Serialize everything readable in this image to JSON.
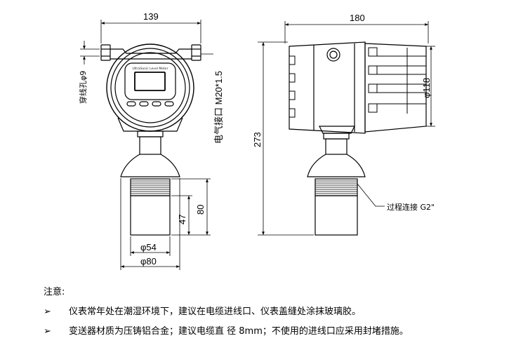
{
  "dimensions": {
    "front_width": "139",
    "side_width": "180",
    "cable_hole": "穿线孔φ9",
    "electrical_interface": "电气接口 M20*1.5",
    "total_height": "273",
    "housing_diameter": "φ118",
    "sensor_height_a": "80",
    "sensor_height_b": "47",
    "sensor_diameter_inner": "φ54",
    "sensor_diameter_outer": "φ80",
    "process_connection": "过程连接 G2\""
  },
  "panel": {
    "brand_text": "UltraSonic Level Meter"
  },
  "notes": {
    "title": "注意:",
    "items": [
      {
        "bullet": "➢",
        "text": "仪表常年处在潮湿环境下，建议在电缆进线口、仪表盖缝处涂抹玻璃胶。"
      },
      {
        "bullet": "➢",
        "text": "变送器材质为压铸铝合金；建议电缆直 径 8mm；不使用的进线口应采用封堵措施。"
      }
    ]
  }
}
